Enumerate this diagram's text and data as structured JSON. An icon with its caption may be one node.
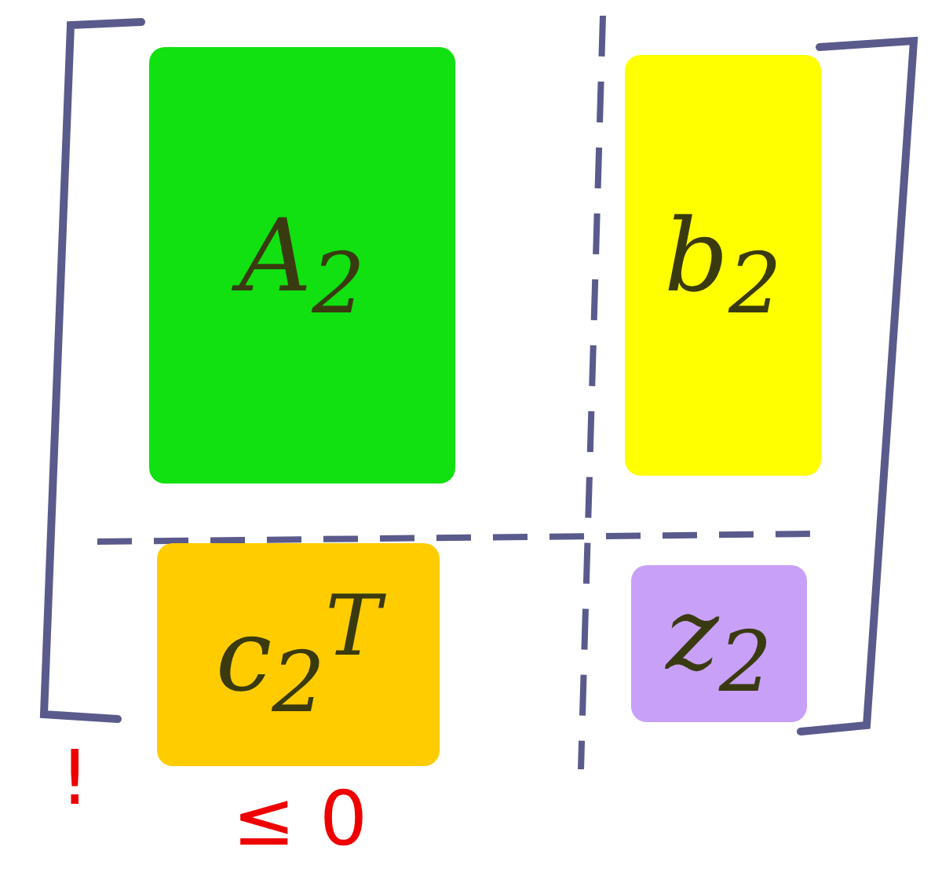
{
  "diagram": {
    "nodes": [
      {
        "text": [
          "A$_{2}$"
        ]
      },
      {
        "text": [
          "b$_{2}$"
        ]
      },
      {
        "text": [
          "c$_{2}$$^{T}$"
        ]
      },
      {
        "text": [
          "z$_{2}$"
        ]
      }
    ],
    "labels": [
      "!",
      "≤ 0"
    ]
  }
}
